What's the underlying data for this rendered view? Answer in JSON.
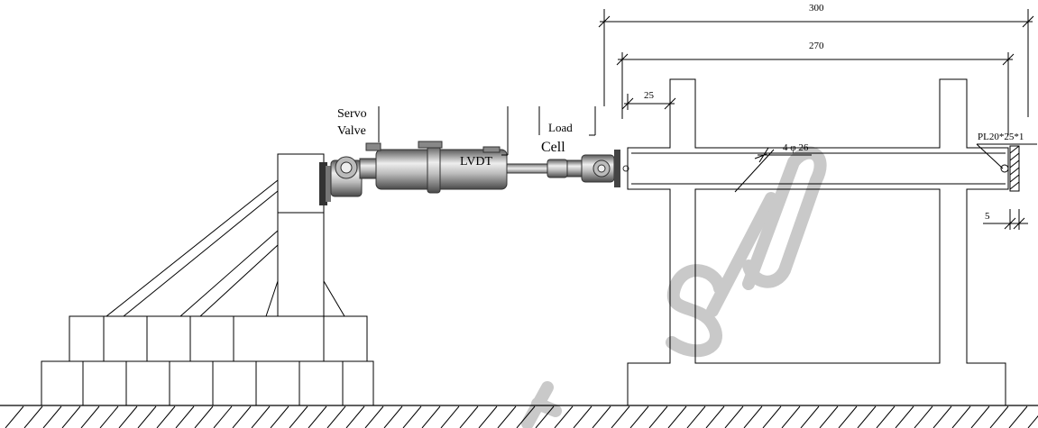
{
  "labels": {
    "servo_line1": "Servo",
    "servo_line2": "Valve",
    "lvdt": "LVDT",
    "load": "Load",
    "cell": "Cell",
    "rebar": "4 φ 26",
    "plate": "PL20*25*1"
  },
  "dimensions": {
    "overall": "300",
    "inner": "270",
    "offset": "25",
    "plate_thickness": "5"
  },
  "colors": {
    "actuator_dark": "#6e6e6e",
    "actuator_light": "#e6e6e6",
    "watermark": "#c9c9c9"
  }
}
